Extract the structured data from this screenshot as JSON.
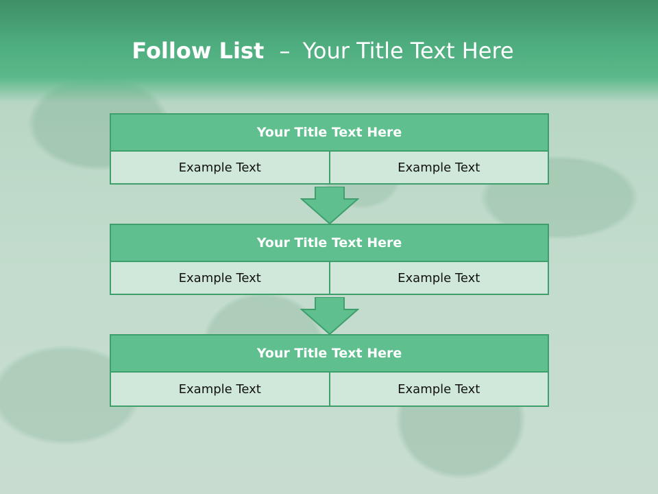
{
  "slide": {
    "title_bold": "Follow List",
    "title_separator": "–",
    "title_rest": "Your Title Text Here"
  },
  "steps": [
    {
      "title": "Your Title Text Here",
      "left": "Example Text",
      "right": "Example Text"
    },
    {
      "title": "Your Title Text Here",
      "left": "Example Text",
      "right": "Example Text"
    },
    {
      "title": "Your Title Text Here",
      "left": "Example Text",
      "right": "Example Text"
    }
  ],
  "colors": {
    "header": "#4fae7f",
    "step_title_fill": "#5fbf8e",
    "step_border": "#3e9f6d",
    "cell_fill": "#cfe8d9",
    "arrow_fill": "#5fbf8e"
  }
}
